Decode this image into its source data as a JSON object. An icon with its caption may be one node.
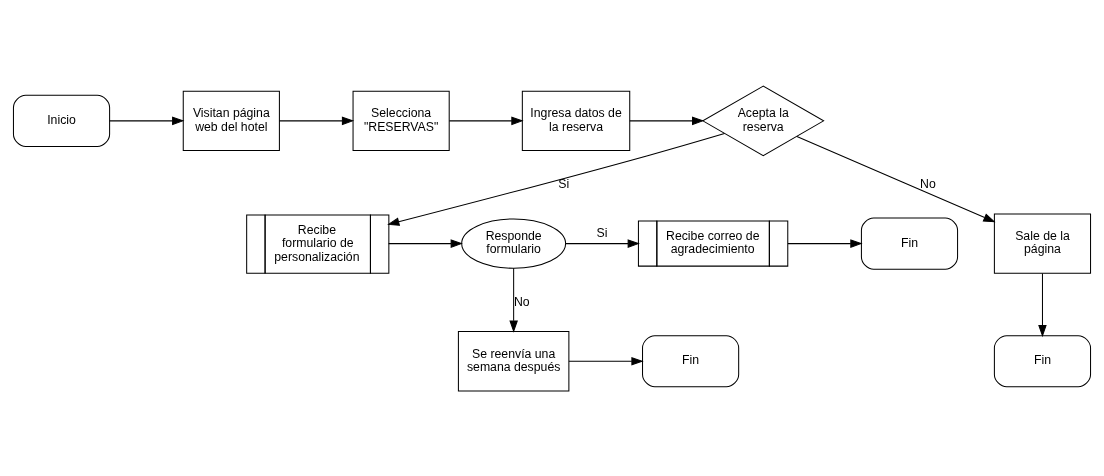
{
  "diagram": {
    "nodes": [
      {
        "text": [
          "Inicio"
        ]
      },
      {
        "text": [
          "Visitan página web del hotel"
        ]
      },
      {
        "text": [
          "Selecciona \"RESERVAS\""
        ]
      },
      {
        "text": [
          "Ingresa datos de la reserva"
        ]
      },
      {
        "text": [
          "Acepta la reserva"
        ]
      },
      {
        "text": [
          "Recibe formulario de personalización"
        ]
      },
      {
        "text": [
          "Sale de la página"
        ]
      },
      {
        "text": [
          "Fin"
        ]
      },
      {
        "text": [
          "Responde formulario"
        ]
      },
      {
        "text": [
          "Recibe correo de agradecimiento"
        ]
      },
      {
        "text": [
          "Fin"
        ]
      },
      {
        "text": [
          "Se reenvía una semana después"
        ]
      },
      {
        "text": [
          "Fin"
        ]
      }
    ],
    "edges": [
      {
        "from": 0,
        "to": 1,
        "arrow": "to"
      },
      {
        "from": 1,
        "to": 2,
        "arrow": "to"
      },
      {
        "from": 2,
        "to": 3,
        "arrow": "to"
      },
      {
        "from": 3,
        "to": 4,
        "arrow": "to"
      },
      {
        "from": 4,
        "to": 5,
        "arrow": "to",
        "label": "Si"
      },
      {
        "from": 4,
        "to": 6,
        "arrow": "to",
        "label": "No"
      },
      {
        "from": 6,
        "to": 7,
        "arrow": "to"
      },
      {
        "from": 5,
        "to": 8,
        "arrow": "to"
      },
      {
        "from": 8,
        "to": 9,
        "arrow": "to",
        "label": "Si"
      },
      {
        "from": 9,
        "to": 10,
        "arrow": "to"
      },
      {
        "from": 8,
        "to": 11,
        "arrow": "to",
        "label": "No"
      },
      {
        "from": 11,
        "to": 12,
        "arrow": "to"
      }
    ]
  }
}
